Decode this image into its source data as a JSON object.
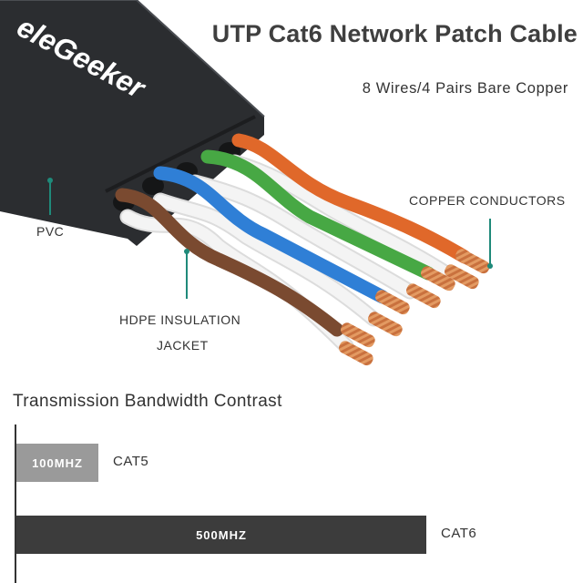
{
  "header": {
    "title": "UTP Cat6 Network Patch Cable",
    "subtitle": "8 Wires/4 Pairs Bare Copper"
  },
  "illustration": {
    "brand_text": "eleGeeker",
    "labels": {
      "pvc": "PVC",
      "copper": "COPPER CONDUCTORS",
      "hdpe_line1": "HDPE INSULATION",
      "hdpe_line2": "JACKET"
    },
    "colors": {
      "jacket": "#2b2d30",
      "orange": "#e0682a",
      "green": "#47a844",
      "blue": "#2f7fd6",
      "brown": "#7a4a30",
      "white": "#f2f2f2",
      "copper": "#c9713e",
      "callout": "#1f8a7a"
    }
  },
  "comparison": {
    "title": "Transmission Bandwidth Contrast",
    "bars": [
      {
        "value_label": "100MHZ",
        "name": "CAT5",
        "value": 100,
        "color": "#9a9a9a"
      },
      {
        "value_label": "500MHZ",
        "name": "CAT6",
        "value": 500,
        "color": "#3c3c3c"
      }
    ]
  }
}
